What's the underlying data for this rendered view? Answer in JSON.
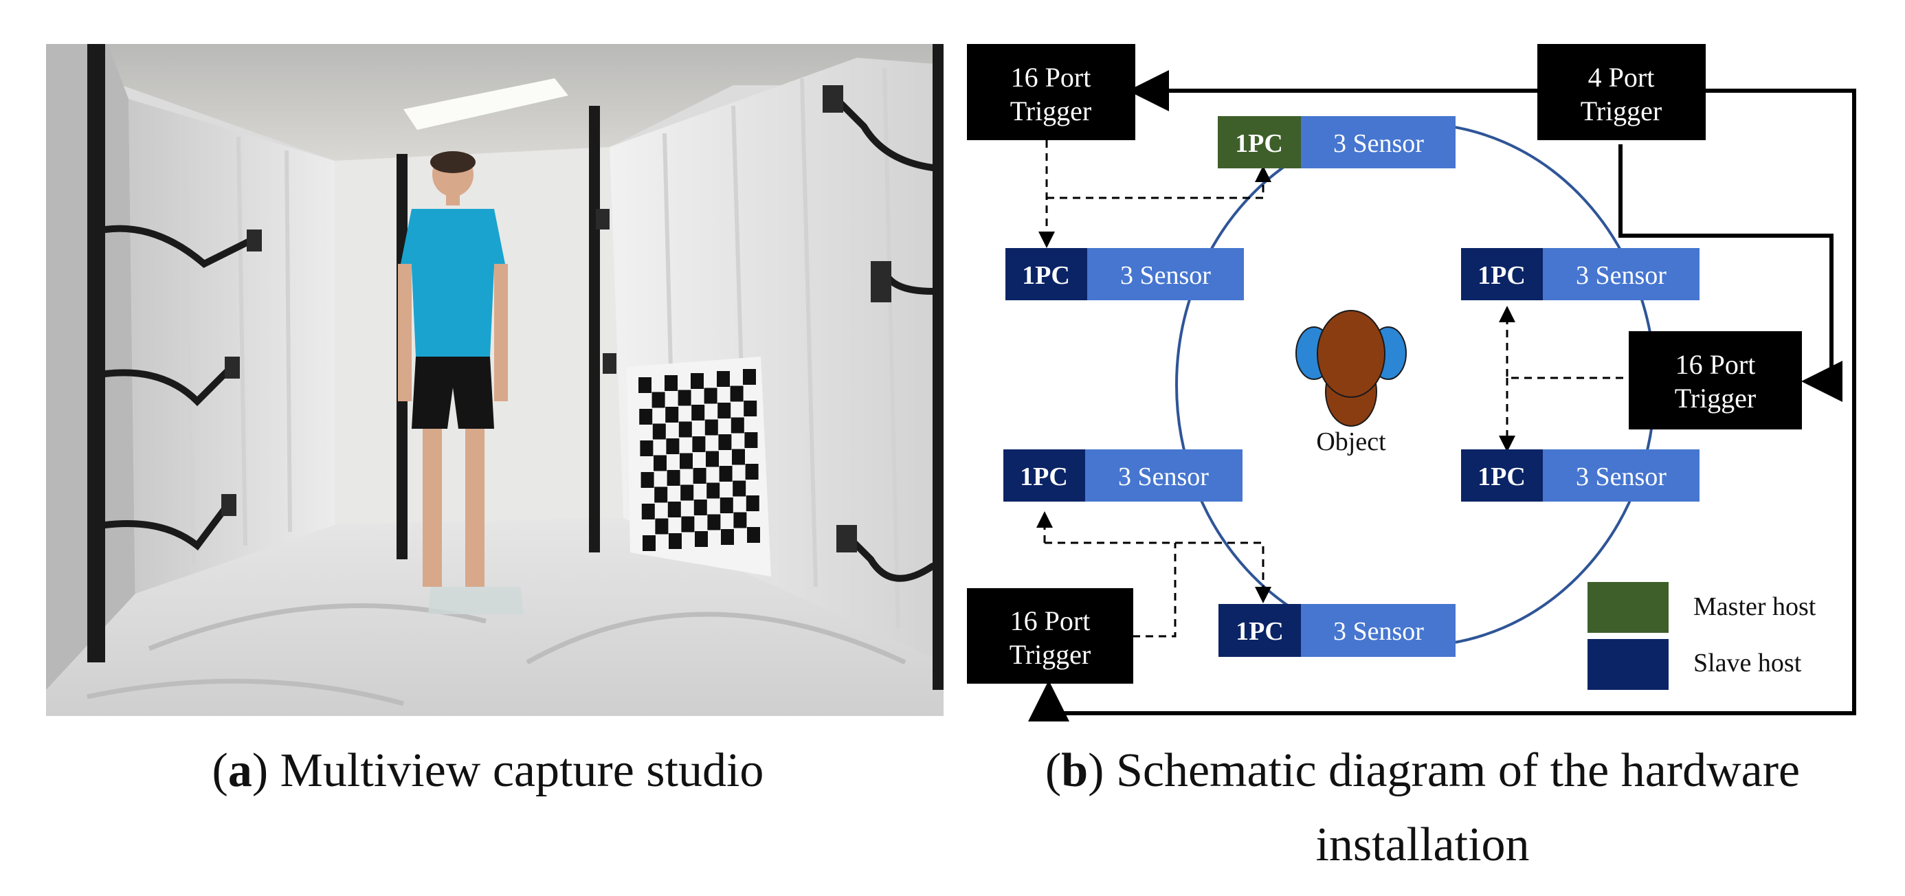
{
  "figure": {
    "caption_a": {
      "label": "a",
      "text": "Multiview capture studio"
    },
    "caption_b": {
      "label": "b",
      "text_line1": "Schematic diagram of the hardware",
      "text_line2": "installation"
    }
  },
  "diagram": {
    "triggers": {
      "top_left": {
        "line1": "16 Port",
        "line2": "Trigger"
      },
      "top_right": {
        "line1": "4 Port",
        "line2": "Trigger"
      },
      "middle_right": {
        "line1": "16 Port",
        "line2": "Trigger"
      },
      "bottom_left": {
        "line1": "16 Port",
        "line2": "Trigger"
      }
    },
    "hosts": {
      "top": {
        "pc": "1PC",
        "sensor": "3 Sensor",
        "role": "master"
      },
      "upper_left": {
        "pc": "1PC",
        "sensor": "3 Sensor",
        "role": "slave"
      },
      "upper_right": {
        "pc": "1PC",
        "sensor": "3 Sensor",
        "role": "slave"
      },
      "lower_left": {
        "pc": "1PC",
        "sensor": "3 Sensor",
        "role": "slave"
      },
      "lower_right": {
        "pc": "1PC",
        "sensor": "3 Sensor",
        "role": "slave"
      },
      "bottom": {
        "pc": "1PC",
        "sensor": "3 Sensor",
        "role": "slave"
      }
    },
    "object_label": "Object",
    "legend": {
      "master": {
        "label": "Master host",
        "color": "#3e5f2a"
      },
      "slave": {
        "label": "Slave host",
        "color": "#0b2466"
      }
    },
    "colors": {
      "sensor_fill": "#4676d0",
      "trigger_fill": "#000000",
      "ring": "#2f5597",
      "head": "#8b3d12",
      "shoulders": "#2b86d6"
    }
  }
}
